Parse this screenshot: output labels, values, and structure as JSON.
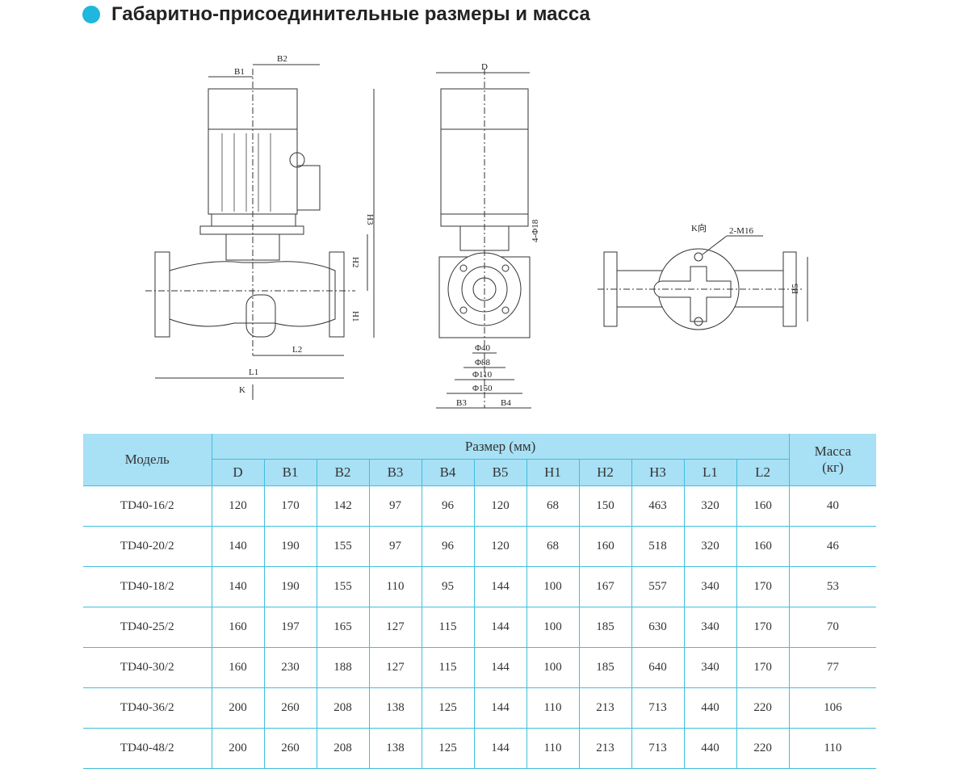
{
  "title": "Габаритно-присоединительные размеры и масса",
  "drawing": {
    "labels": {
      "B1": "B1",
      "B2": "B2",
      "H1": "H1",
      "H2": "H2",
      "H3": "H3",
      "L1": "L1",
      "L2": "L2",
      "K": "K",
      "D": "D",
      "holes": "4-Φ18",
      "d40": "Φ40",
      "d88": "Φ88",
      "d110": "Φ110",
      "d150": "Φ150",
      "B3": "B3",
      "B4": "B4",
      "K_view": "K向",
      "bolts": "2-M16",
      "B5": "B5"
    }
  },
  "table": {
    "model_header": "Модель",
    "size_header": "Размер (мм)",
    "mass_header": "Масса (кг)",
    "columns": [
      "D",
      "B1",
      "B2",
      "B3",
      "B4",
      "B5",
      "H1",
      "H2",
      "H3",
      "L1",
      "L2"
    ],
    "rows": [
      {
        "model": "TD40-16/2",
        "values": [
          "120",
          "170",
          "142",
          "97",
          "96",
          "120",
          "68",
          "150",
          "463",
          "320",
          "160"
        ],
        "mass": "40"
      },
      {
        "model": "TD40-20/2",
        "values": [
          "140",
          "190",
          "155",
          "97",
          "96",
          "120",
          "68",
          "160",
          "518",
          "320",
          "160"
        ],
        "mass": "46"
      },
      {
        "model": "TD40-18/2",
        "values": [
          "140",
          "190",
          "155",
          "110",
          "95",
          "144",
          "100",
          "167",
          "557",
          "340",
          "170"
        ],
        "mass": "53"
      },
      {
        "model": "TD40-25/2",
        "values": [
          "160",
          "197",
          "165",
          "127",
          "115",
          "144",
          "100",
          "185",
          "630",
          "340",
          "170"
        ],
        "mass": "70"
      },
      {
        "model": "TD40-30/2",
        "values": [
          "160",
          "230",
          "188",
          "127",
          "115",
          "144",
          "100",
          "185",
          "640",
          "340",
          "170"
        ],
        "mass": "77"
      },
      {
        "model": "TD40-36/2",
        "values": [
          "200",
          "260",
          "208",
          "138",
          "125",
          "144",
          "110",
          "213",
          "713",
          "440",
          "220"
        ],
        "mass": "106"
      },
      {
        "model": "TD40-48/2",
        "values": [
          "200",
          "260",
          "208",
          "138",
          "125",
          "144",
          "110",
          "213",
          "713",
          "440",
          "220"
        ],
        "mass": "110"
      }
    ]
  }
}
